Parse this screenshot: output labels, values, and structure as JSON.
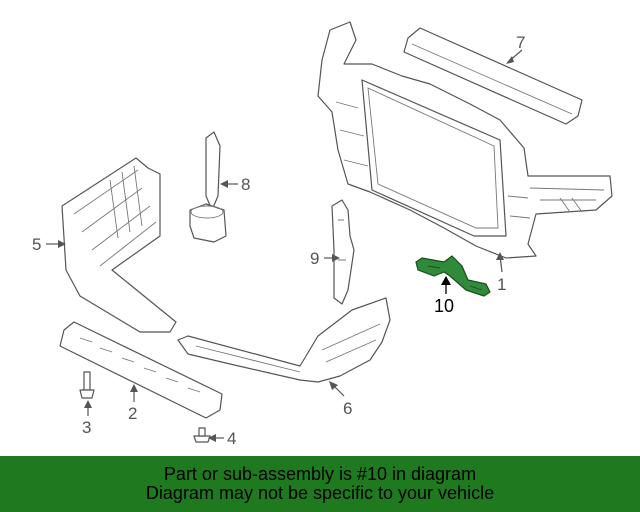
{
  "callouts": {
    "c1": "1",
    "c2": "2",
    "c3": "3",
    "c4": "4",
    "c5": "5",
    "c6": "6",
    "c7": "7",
    "c8": "8",
    "c9": "9",
    "c10": "10"
  },
  "banner": {
    "line1": "Part or sub-assembly is #10 in diagram",
    "line2": "Diagram may not be specific to your vehicle"
  },
  "colors": {
    "banner_bg": "#1f7a1f",
    "highlight_part": "#2f8a3a"
  }
}
